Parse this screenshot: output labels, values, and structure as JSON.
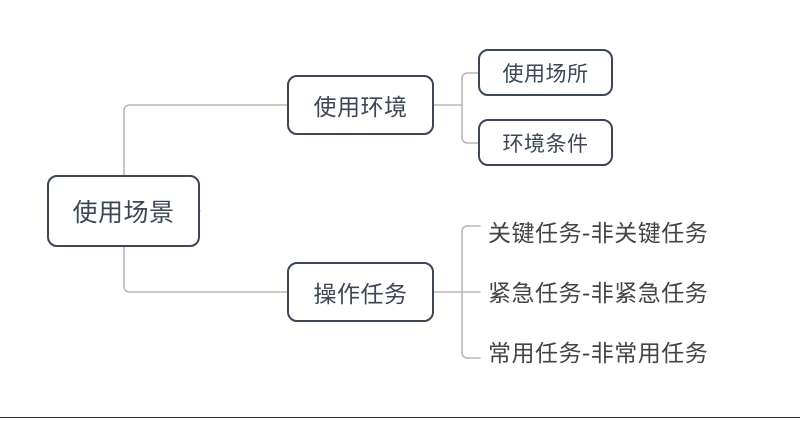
{
  "diagram": {
    "type": "mind-map",
    "title": "使用场景",
    "root": {
      "label": "使用场景"
    },
    "branches": [
      {
        "label": "使用环境",
        "children": [
          {
            "label": "使用场所",
            "boxed": true
          },
          {
            "label": "环境条件",
            "boxed": true
          }
        ]
      },
      {
        "label": "操作任务",
        "children": [
          {
            "label": "关键任务-非关键任务",
            "boxed": false
          },
          {
            "label": "紧急任务-非紧急任务",
            "boxed": false
          },
          {
            "label": "常用任务-非常用任务",
            "boxed": false
          }
        ]
      }
    ]
  },
  "colors": {
    "node_border": "#3d4654",
    "node_text": "#3d4654",
    "leaf_text": "#444444",
    "connector": "#b8b8b8",
    "rule": "#2b2b2b",
    "background": "#ffffff"
  }
}
